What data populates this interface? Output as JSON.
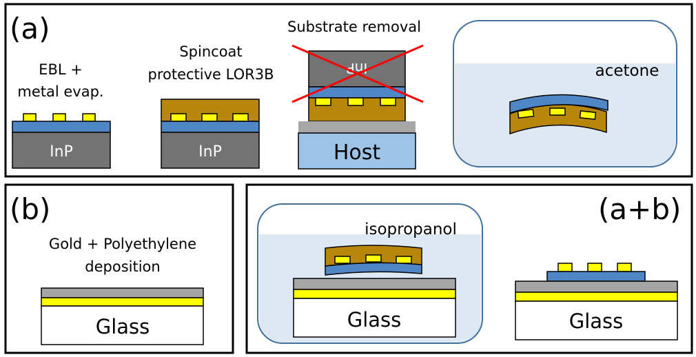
{
  "panel_a": {
    "label": "(a)",
    "step1": {
      "caption_line1": "EBL +",
      "caption_line2": "metal evap.",
      "substrate": "InP"
    },
    "step2": {
      "caption_line1": "Spincoat",
      "caption_line2": "protective LOR3B",
      "substrate": "InP"
    },
    "step3": {
      "caption": "Substrate removal",
      "removed": "InP",
      "host": "Host"
    },
    "step4": {
      "bath": "acetone"
    }
  },
  "panel_b": {
    "label": "(b)",
    "caption_line1": "Gold + Polyethylene",
    "caption_line2": "deposition",
    "substrate": "Glass"
  },
  "panel_ab": {
    "label": "(a+b)",
    "bath": "isopropanol",
    "substrate_left": "Glass",
    "substrate_right": "Glass"
  },
  "colors": {
    "inp_gray": "#737373",
    "polymer_blue": "#4f86c6",
    "metal_yellow": "#ffff00",
    "lor_brown": "#b8860b",
    "host_blue": "#9dc3e6",
    "bath_blue": "#dde8f3",
    "pe_gray": "#a6a6a6",
    "cross_red": "#ff0000"
  }
}
